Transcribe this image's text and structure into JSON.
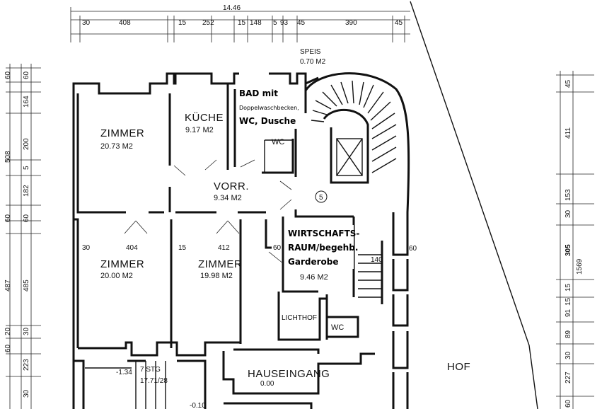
{
  "dimensions": {
    "top_total": "14.46",
    "top_segments": [
      "30",
      "408",
      "15",
      "252",
      "15",
      "148",
      "5",
      "93",
      "45",
      "390",
      "45"
    ],
    "left_segments": [
      "60",
      "164",
      "508",
      "200",
      "5",
      "182",
      "60",
      "60",
      "487",
      "485",
      "20",
      "30",
      "60",
      "223",
      "30"
    ],
    "right_segments": [
      "45",
      "411",
      "153",
      "30",
      "305",
      "1569",
      "15",
      "15",
      "91",
      "89",
      "30",
      "227",
      "60"
    ],
    "inner": [
      "30",
      "404",
      "15",
      "412",
      "60",
      "140",
      "60"
    ]
  },
  "rooms": {
    "zimmer1": {
      "name": "ZIMMER",
      "area": "20.73 M2"
    },
    "kueche": {
      "name": "KÜCHE",
      "area": "9.17 M2"
    },
    "bad": {
      "line1": "BAD mit",
      "line2": "Doppelwaschbecken,",
      "line3": "WC, Dusche"
    },
    "wc_upper": "WC",
    "vorr": {
      "name": "VORR.",
      "area": "9.34 M2"
    },
    "speis": {
      "name": "SPEIS",
      "area": "0.70 M2"
    },
    "zimmer2": {
      "name": "ZIMMER",
      "area": "20.00 M2"
    },
    "zimmer3": {
      "name": "ZIMMER",
      "area": "19.98 M2"
    },
    "wirtschaft": {
      "line1": "WIRTSCHAFTS-",
      "line2": "RAUM/begehb.",
      "line3": "Garderobe",
      "area": "9.46 M2"
    },
    "lichthof": "LICHTHOF",
    "wc_lower": "WC",
    "hauseingang": "HAUSEINGANG",
    "hof": "HOF",
    "stair_label": "7 STG",
    "stair_dim": "17.71/28",
    "level1": "-1.34",
    "level2": "0.00",
    "level3": "-0.10",
    "stair_num": "5"
  }
}
